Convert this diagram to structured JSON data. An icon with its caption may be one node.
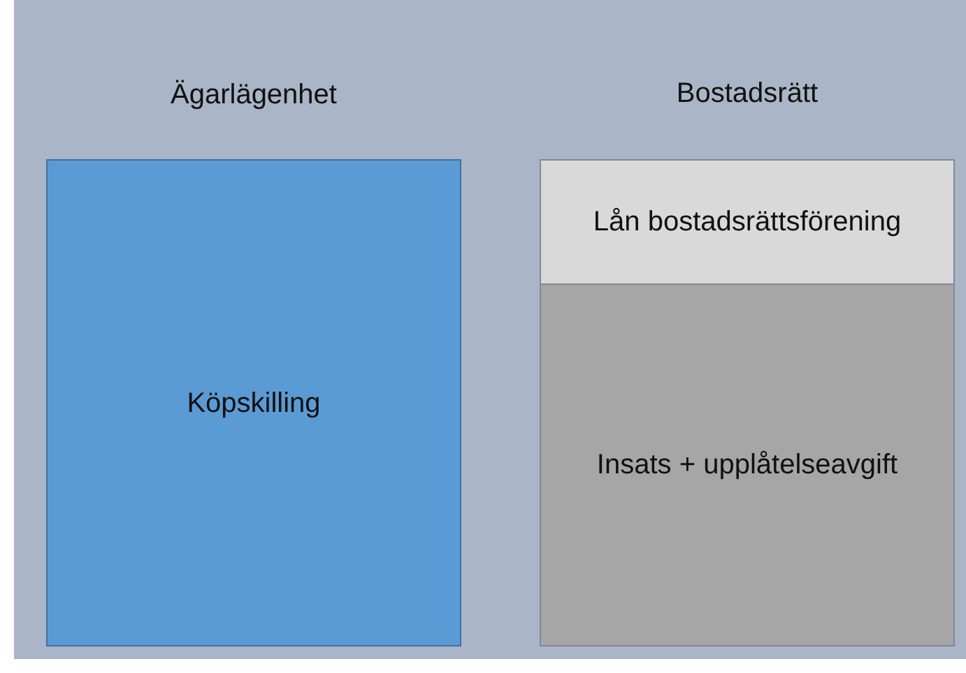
{
  "diagram": {
    "nodes": [
      {
        "text": [
          "Ägarlägenhet",
          "Köpskilling"
        ]
      },
      {
        "text": [
          "Bostadsrätt"
        ]
      },
      {
        "text": [
          "Lån bostadsrättsförening"
        ],
        "in": 1
      },
      {
        "text": [
          "Insats + upplåtelseavgift"
        ],
        "in": 1
      }
    ]
  }
}
